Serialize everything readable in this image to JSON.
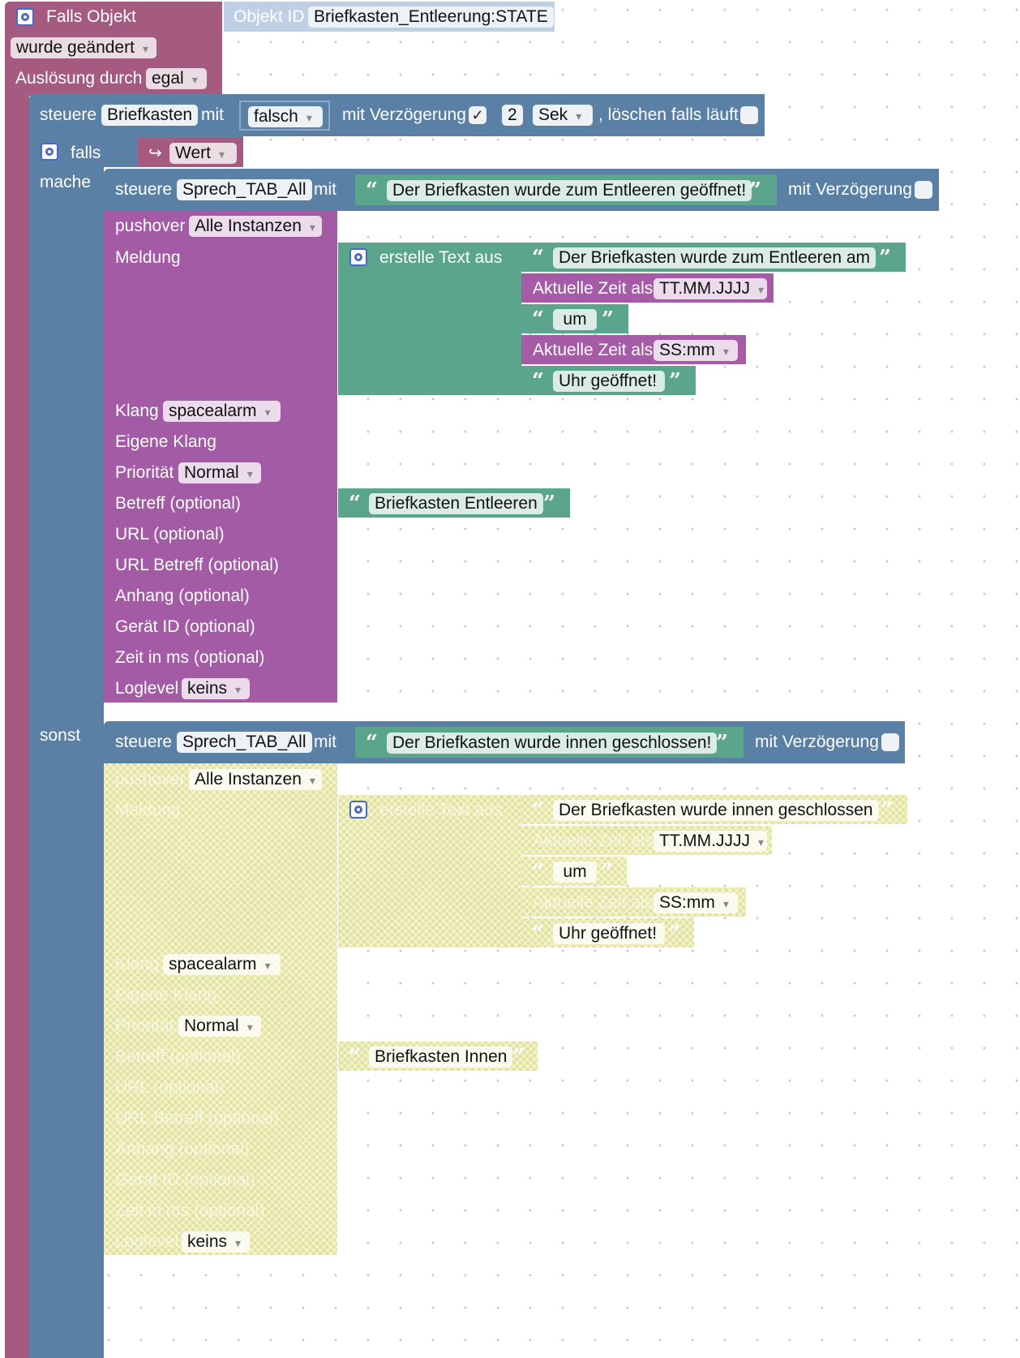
{
  "trigger": {
    "title": "Falls Objekt",
    "objekt_id_label": "Objekt ID",
    "objekt_id_value": "Briefkasten_Entleerung:STATE",
    "condition": "wurde geändert",
    "ausloesung_label": "Auslösung durch",
    "ausloesung_value": "egal"
  },
  "control1": {
    "prefix": "steuere",
    "target": "Briefkasten",
    "mit": "mit",
    "value": "falsch",
    "delay_label": "mit Verzögerung",
    "delay_checked": "✓",
    "delay_amount": "2",
    "delay_unit": "Sek",
    "clear_label": ", löschen falls läuft"
  },
  "ifblock": {
    "falls": "falls",
    "wert": "Wert",
    "mache": "mache",
    "sonst": "sonst"
  },
  "then_branch": {
    "control": {
      "prefix": "steuere",
      "target": "Sprech_TAB_All",
      "mit": "mit",
      "text": "Der Briefkasten wurde zum Entleeren geöffnet!",
      "delay_label": "mit Verzögerung"
    },
    "pushover": {
      "label": "pushover",
      "instance": "Alle Instanzen",
      "meldung": "Meldung",
      "klang_label": "Klang",
      "klang_value": "spacealarm",
      "eigene_klang": "Eigene Klang",
      "prioritaet_label": "Priorität",
      "prioritaet_value": "Normal",
      "betreff": "Betreff (optional)",
      "url": "URL (optional)",
      "url_betreff": "URL Betreff (optional)",
      "anhang": "Anhang (optional)",
      "geraet": "Gerät ID (optional)",
      "zeit": "Zeit in ms (optional)",
      "loglevel_label": "Loglevel",
      "loglevel_value": "keins",
      "betreff_text": "Briefkasten Entleeren"
    },
    "create_text": {
      "label": "erstelle Text aus",
      "part1": "Der Briefkasten wurde zum Entleeren am",
      "time_label": "Aktuelle Zeit als",
      "date_format": "TT.MM.JJJJ",
      "part2": "um",
      "time_format": "SS:mm",
      "part3": "Uhr geöffnet!"
    }
  },
  "else_branch": {
    "control": {
      "prefix": "steuere",
      "target": "Sprech_TAB_All",
      "mit": "mit",
      "text": "Der Briefkasten wurde innen geschlossen!",
      "delay_label": "mit Verzögerung"
    },
    "pushover": {
      "label": "pushover",
      "instance": "Alle Instanzen",
      "meldung": "Meldung",
      "klang_label": "Klang",
      "klang_value": "spacealarm",
      "eigene_klang": "Eigene Klang",
      "prioritaet_label": "Priorität",
      "prioritaet_value": "Normal",
      "betreff": "Betreff (optional)",
      "url": "URL (optional)",
      "url_betreff": "URL Betreff (optional)",
      "anhang": "Anhang (optional)",
      "geraet": "Gerät ID (optional)",
      "zeit": "Zeit in ms (optional)",
      "loglevel_label": "Loglevel",
      "loglevel_value": "keins",
      "betreff_text": "Briefkasten Innen"
    },
    "create_text": {
      "label": "erstelle Text aus",
      "part1": "Der Briefkasten wurde innen geschlossen",
      "time_label": "Aktuelle Zeit als",
      "date_format": "TT.MM.JJJJ",
      "part2": "um",
      "time_format": "SS:mm",
      "part3": "Uhr geöffnet!"
    }
  },
  "colors": {
    "trigger": "#a55b80",
    "control": "#5b80a5",
    "pushover": "#a45ba5",
    "text": "#5ba58c",
    "time": "#a55ba5",
    "disabled": "#e0e0a8"
  }
}
